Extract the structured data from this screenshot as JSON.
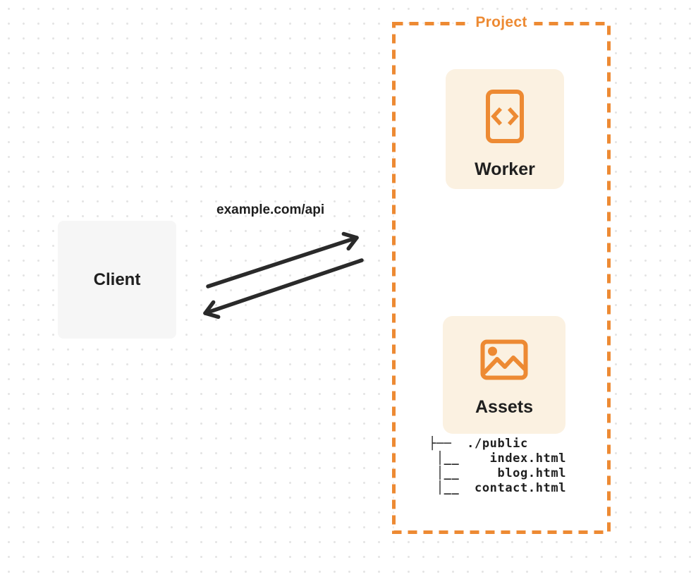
{
  "colors": {
    "accent": "#ED8A33",
    "card-bg": "#FBF1E1",
    "client-bg": "#F6F6F6",
    "arrow": "#2A2A2A",
    "text": "#1F1F1F",
    "dot": "#E4E4E4"
  },
  "project": {
    "label": "Project"
  },
  "client": {
    "label": "Client"
  },
  "request": {
    "url_label": "example.com/api"
  },
  "nodes": {
    "worker": {
      "label": "Worker",
      "icon": "code-document-icon"
    },
    "assets": {
      "label": "Assets",
      "icon": "image-icon"
    }
  },
  "file_tree": {
    "lines": [
      "├──  ./public",
      " │__    index.html",
      " │__     blog.html",
      " │__  contact.html"
    ]
  }
}
